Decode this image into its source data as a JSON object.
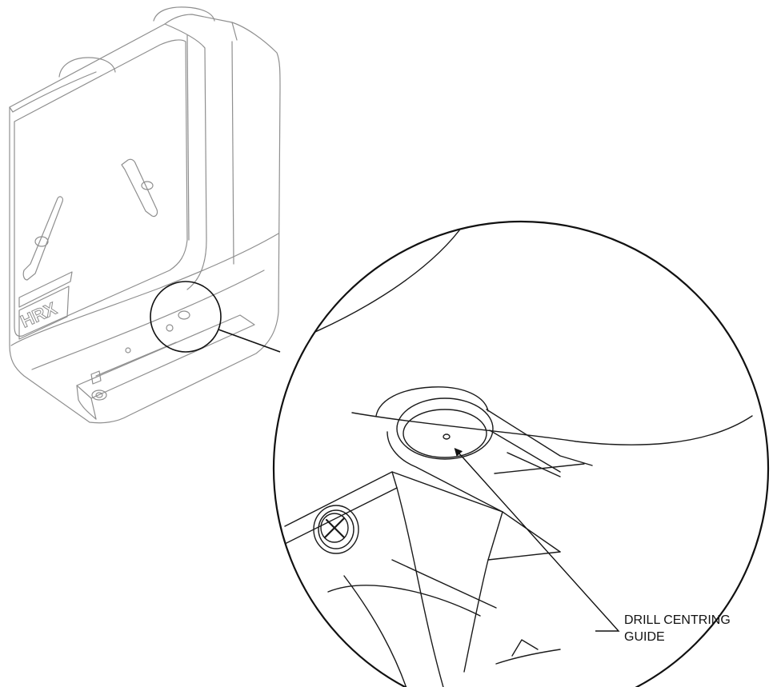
{
  "diagram": {
    "callout": {
      "line1": "DRILL CENTRING",
      "line2": "GUIDE"
    },
    "product_logo_text": "HRX",
    "colors": {
      "line": "#1a1a1a",
      "ghost_line": "#9a9a9a",
      "background": "#ffffff"
    }
  }
}
